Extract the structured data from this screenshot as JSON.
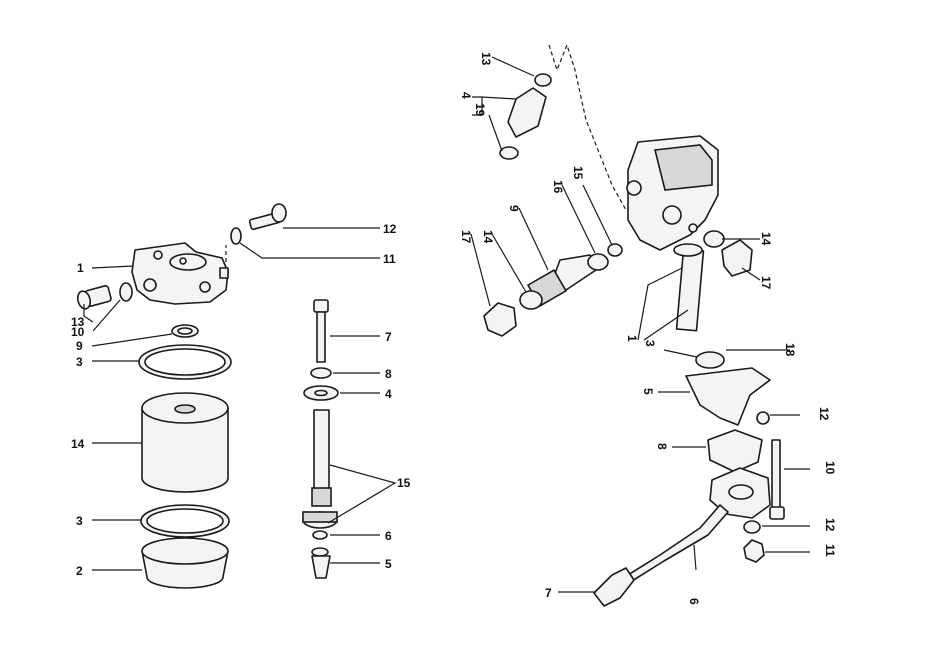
{
  "left_group": {
    "callouts": [
      {
        "id": "l-1",
        "text": "1"
      },
      {
        "id": "l-13",
        "text": "13"
      },
      {
        "id": "l-10",
        "text": "10"
      },
      {
        "id": "l-9",
        "text": "9"
      },
      {
        "id": "l-3a",
        "text": "3"
      },
      {
        "id": "l-14",
        "text": "14"
      },
      {
        "id": "l-3b",
        "text": "3"
      },
      {
        "id": "l-2",
        "text": "2"
      },
      {
        "id": "l-12",
        "text": "12"
      },
      {
        "id": "l-11",
        "text": "11"
      }
    ]
  },
  "middle_group": {
    "callouts": [
      {
        "id": "m-7",
        "text": "7"
      },
      {
        "id": "m-8",
        "text": "8"
      },
      {
        "id": "m-4",
        "text": "4"
      },
      {
        "id": "m-15",
        "text": "15"
      },
      {
        "id": "m-6",
        "text": "6"
      },
      {
        "id": "m-5",
        "text": "5"
      }
    ]
  },
  "right_group": {
    "callouts": [
      {
        "id": "r-13",
        "text": "13"
      },
      {
        "id": "r-4",
        "text": "4"
      },
      {
        "id": "r-19",
        "text": "19"
      },
      {
        "id": "r-17a",
        "text": "17"
      },
      {
        "id": "r-14a",
        "text": "14"
      },
      {
        "id": "r-9",
        "text": "9"
      },
      {
        "id": "r-16",
        "text": "16"
      },
      {
        "id": "r-15",
        "text": "15"
      },
      {
        "id": "r-14b",
        "text": "14"
      },
      {
        "id": "r-17b",
        "text": "17"
      },
      {
        "id": "r-1",
        "text": "1"
      },
      {
        "id": "r-3",
        "text": "3"
      },
      {
        "id": "r-18",
        "text": "18"
      },
      {
        "id": "r-5",
        "text": "5"
      },
      {
        "id": "r-12a",
        "text": "12"
      },
      {
        "id": "r-8",
        "text": "8"
      },
      {
        "id": "r-10",
        "text": "10"
      },
      {
        "id": "r-12b",
        "text": "12"
      },
      {
        "id": "r-11",
        "text": "11"
      },
      {
        "id": "r-7",
        "text": "7"
      },
      {
        "id": "r-6",
        "text": "6"
      }
    ]
  }
}
